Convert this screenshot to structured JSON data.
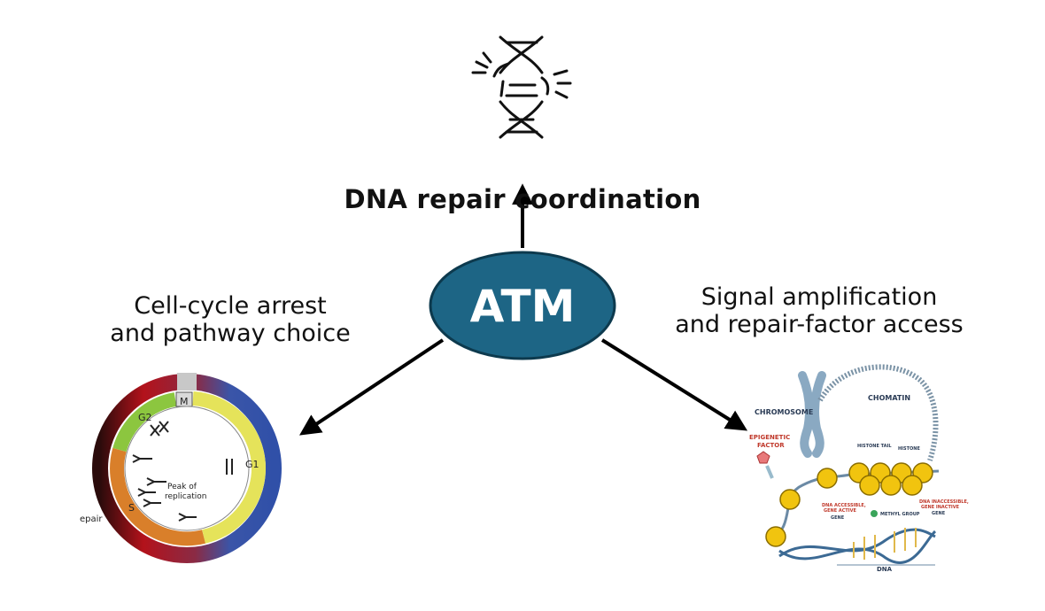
{
  "center": {
    "label": "ATM",
    "color": "#1d6585"
  },
  "top": {
    "title": "DNA repair coordination",
    "icon": "broken-dna-icon"
  },
  "left": {
    "caption_line1": "Cell-cycle arrest",
    "caption_line2": "and pathway choice",
    "figure": {
      "phases": {
        "g1": "G1",
        "s": "S",
        "g2": "G2",
        "m": "M"
      },
      "center_text_line1": "Peak of",
      "center_text_line2": "replication",
      "outer_label": "epair"
    }
  },
  "right": {
    "caption_line1": "Signal amplification",
    "caption_line2": "and repair-factor access",
    "figure": {
      "chromosome": "CHROMOSOME",
      "chromatin": "CHOMATIN",
      "epigenetic_line1": "EPIGENETIC",
      "epigenetic_line2": "FACTOR",
      "histone_tail": "HISTONE TAIL",
      "histone": "HISTONE",
      "accessible_line1": "DNA ACCESSIBLE,",
      "accessible_line2": "GENE ACTIVE",
      "inaccessible_line1": "DNA INACCESSIBLE,",
      "inaccessible_line2": "GENE INACTIVE",
      "gene_left": "GENE",
      "gene_right": "GENE",
      "methyl_group": "METHYL GROUP",
      "dna": "DNA"
    }
  },
  "colors": {
    "arrow": "#000000",
    "text": "#111111"
  }
}
